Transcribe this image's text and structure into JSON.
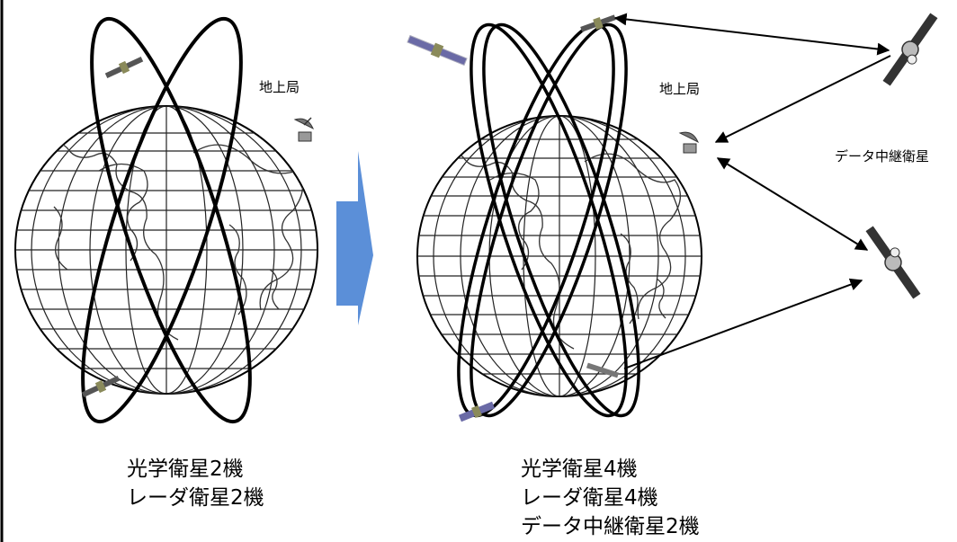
{
  "diagram": {
    "left_panel": {
      "ground_station_label": "地上局",
      "caption": [
        "光学衛星2機",
        "レーダ衛星2機"
      ]
    },
    "right_panel": {
      "ground_station_label": "地上局",
      "relay_satellite_label": "データ中継衛星",
      "caption": [
        "光学衛星4機",
        "レーダ衛星4機",
        "データ中継衛星2機"
      ]
    },
    "colors": {
      "arrow_fill": "#5b8fd8",
      "line": "#000000",
      "satellite_body": "#555555",
      "satellite_panel": "#6a6aa6",
      "background": "#ffffff"
    }
  }
}
